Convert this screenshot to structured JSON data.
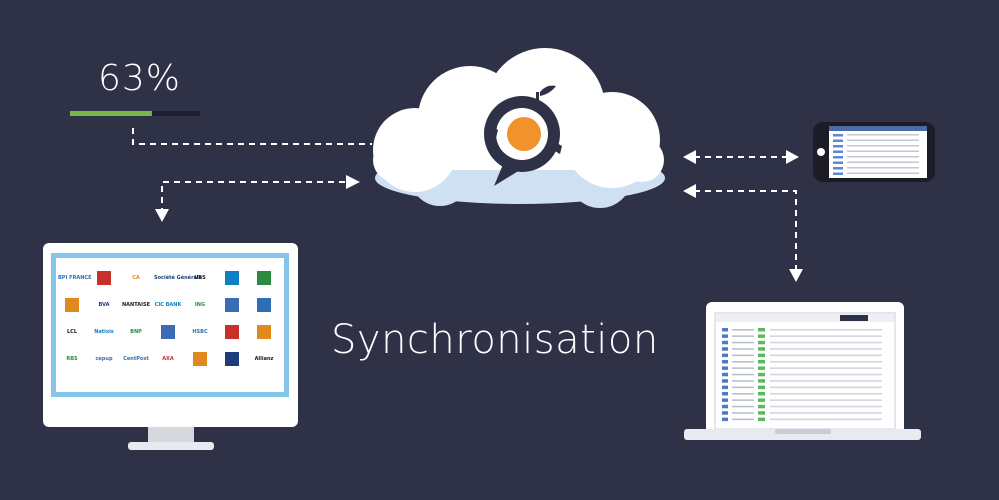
{
  "progress": {
    "label": "63%",
    "value": 0.63
  },
  "title": "Synchronisation",
  "colors": {
    "background": "#2f3147",
    "progress_fill": "#7ab648",
    "progress_track": "#1f2133",
    "cloud": "#ffffff",
    "cloud_shade": "#cfe0f2",
    "logo_ring": "#2f3147",
    "logo_center": "#f0932b",
    "screen_frame": "#86c5ea",
    "arrow": "#ffffff"
  },
  "icons": {
    "cloud": "cloud-icon",
    "logo": "sync-logo-icon",
    "desktop": "desktop-monitor-icon",
    "phone": "smartphone-icon",
    "laptop": "laptop-icon"
  },
  "bank_logos": [
    "BPI FRANCE",
    "",
    "CA",
    "Société Générale",
    "UBS",
    "",
    "",
    "",
    "BVA",
    "NANTAISE",
    "CIC BANK",
    "ING",
    "",
    "",
    "LCL",
    "Natixis",
    "BNP",
    "",
    "HSBC",
    "",
    "",
    "RBS",
    "cepup",
    "CentPost",
    "AXA",
    "",
    "",
    "Allianz"
  ]
}
